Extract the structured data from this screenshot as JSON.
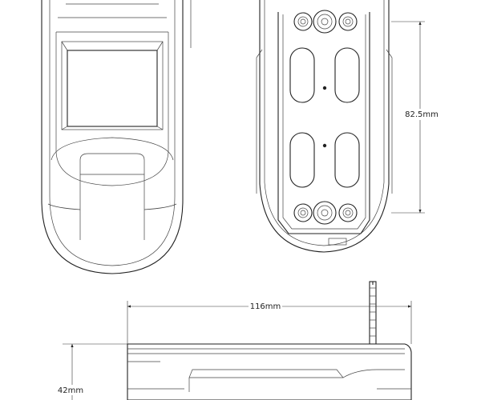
{
  "dimensions": {
    "height": "82.5mm",
    "length": "116mm",
    "depth": "42mm"
  }
}
